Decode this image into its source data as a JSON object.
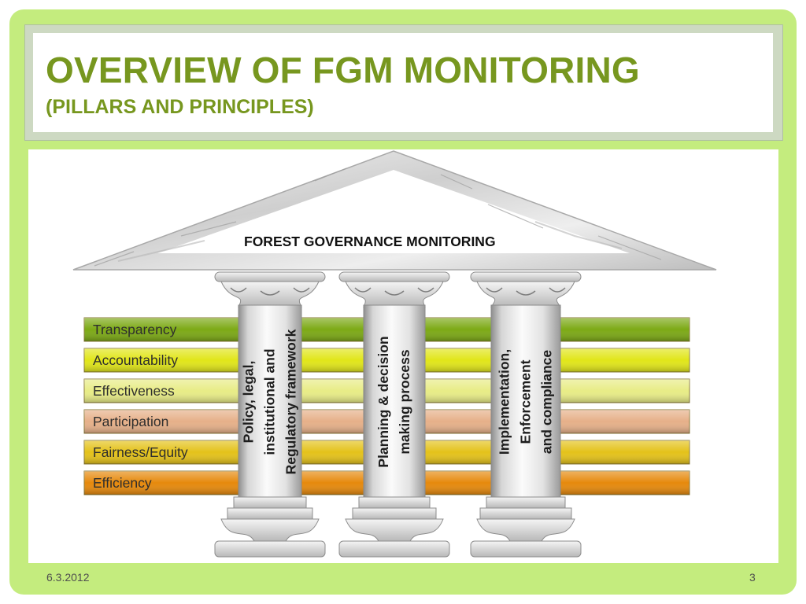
{
  "slide": {
    "title": "OVERVIEW OF FGM MONITORING",
    "subtitle": "(PILLARS AND PRINCIPLES)",
    "date": "6.3.2012",
    "page_number": "3"
  },
  "diagram": {
    "roof_label": "FOREST GOVERNANCE MONITORING",
    "principles": [
      {
        "label": "Transparency",
        "color": "#7ca915"
      },
      {
        "label": "Accountability",
        "color": "#e1e619"
      },
      {
        "label": "Effectiveness",
        "color": "#e8ec86"
      },
      {
        "label": "Participation",
        "color": "#e6b089"
      },
      {
        "label": "Fairness/Equity",
        "color": "#e4c21a"
      },
      {
        "label": "Efficiency",
        "color": "#e6890c"
      }
    ],
    "pillars": [
      {
        "lines": [
          "Policy, legal,",
          "institutional  and",
          "Regulatory  framework"
        ]
      },
      {
        "lines": [
          "Planning & decision",
          "making process"
        ]
      },
      {
        "lines": [
          "Implementation,",
          "Enforcement",
          "and compliance"
        ]
      }
    ]
  }
}
